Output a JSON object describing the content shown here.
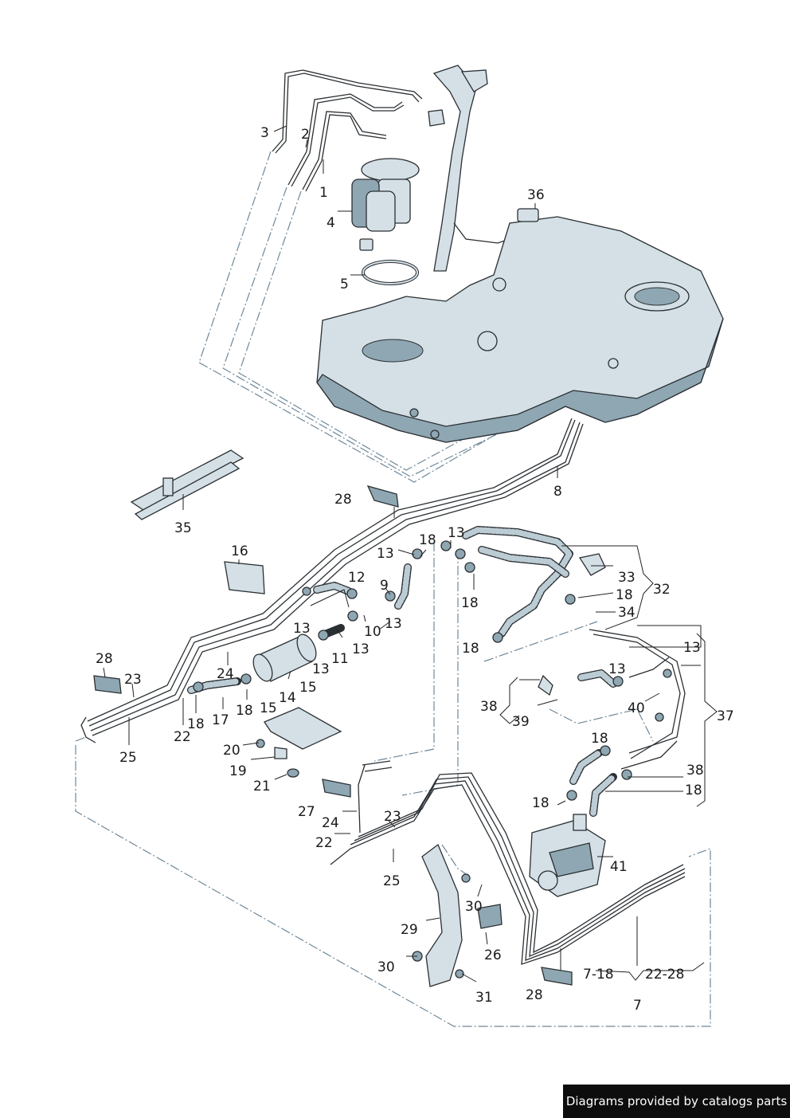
{
  "callouts": {
    "c1": "1",
    "c2": "2",
    "c3": "3",
    "c4": "4",
    "c5": "5",
    "c7": "7",
    "c7_18": "7-18",
    "c22_28": "22-28",
    "c8": "8",
    "c9": "9",
    "c10": "10",
    "c11": "11",
    "c12": "12",
    "c13": "13",
    "c14": "14",
    "c15": "15",
    "c16": "16",
    "c17": "17",
    "c18": "18",
    "c19": "19",
    "c20": "20",
    "c21": "21",
    "c22": "22",
    "c23": "23",
    "c24": "24",
    "c25": "25",
    "c26": "26",
    "c27": "27",
    "c28": "28",
    "c29": "29",
    "c30": "30",
    "c31": "31",
    "c32": "32",
    "c33": "33",
    "c34": "34",
    "c35": "35",
    "c36": "36",
    "c37": "37",
    "c38": "38",
    "c39": "39",
    "c40": "40",
    "c41": "41"
  },
  "footer": {
    "text": "Diagrams provided by catalogs parts"
  }
}
